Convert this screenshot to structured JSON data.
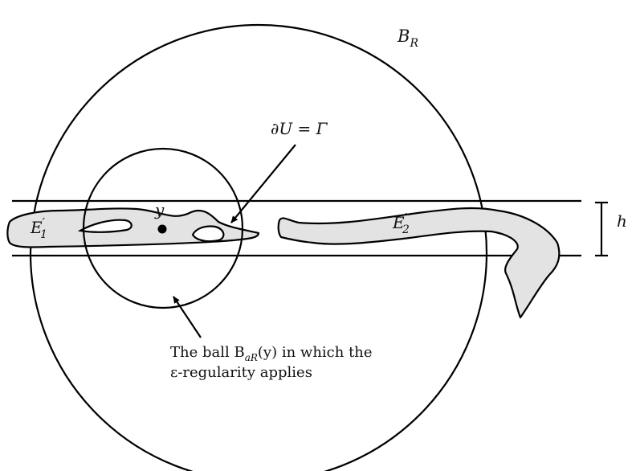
{
  "labels": {
    "big_ball": "B",
    "big_ball_sub": "R",
    "boundary_prefix": "∂U = Γ",
    "point": "y",
    "height": "h",
    "e1": "E",
    "e1_sup": "′",
    "e1_sub": "1",
    "e2": "E",
    "e2_sup": "′",
    "e2_sub": "2"
  },
  "caption": {
    "line1": "The ball B",
    "line1_sub": "aR",
    "line1_rest": "(y) in which the",
    "line2": "ε-regularity applies"
  }
}
